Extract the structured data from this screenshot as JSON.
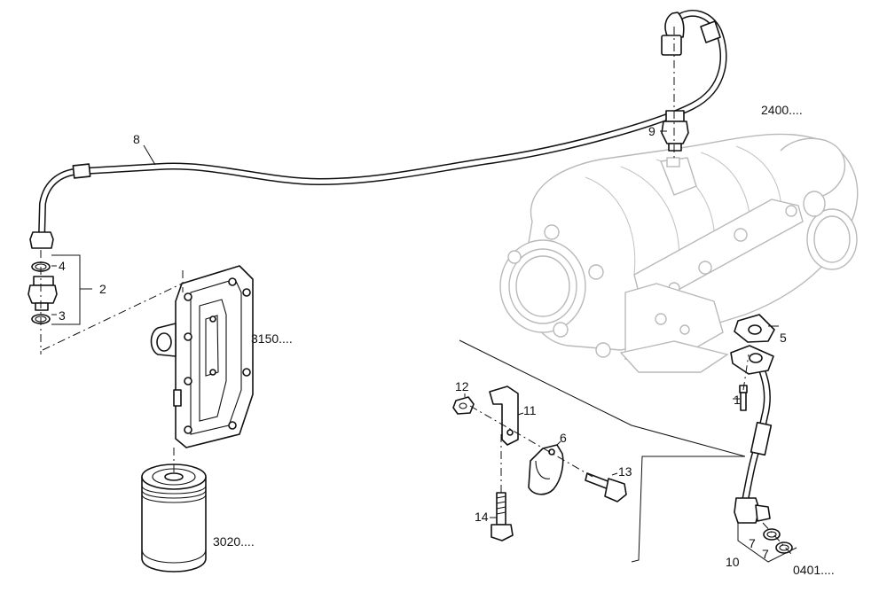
{
  "labels": {
    "p1": "1",
    "p2": "2",
    "p3": "3",
    "p4": "4",
    "p5": "5",
    "p6": "6",
    "p7a": "7",
    "p7b": "7",
    "p8": "8",
    "p9": "9",
    "p10": "10",
    "p11": "11",
    "p12": "12",
    "p13": "13",
    "p14": "14",
    "ref_turbo": "2400....",
    "ref_cover": "3150....",
    "ref_filter": "3020....",
    "ref_block": "0401...."
  }
}
